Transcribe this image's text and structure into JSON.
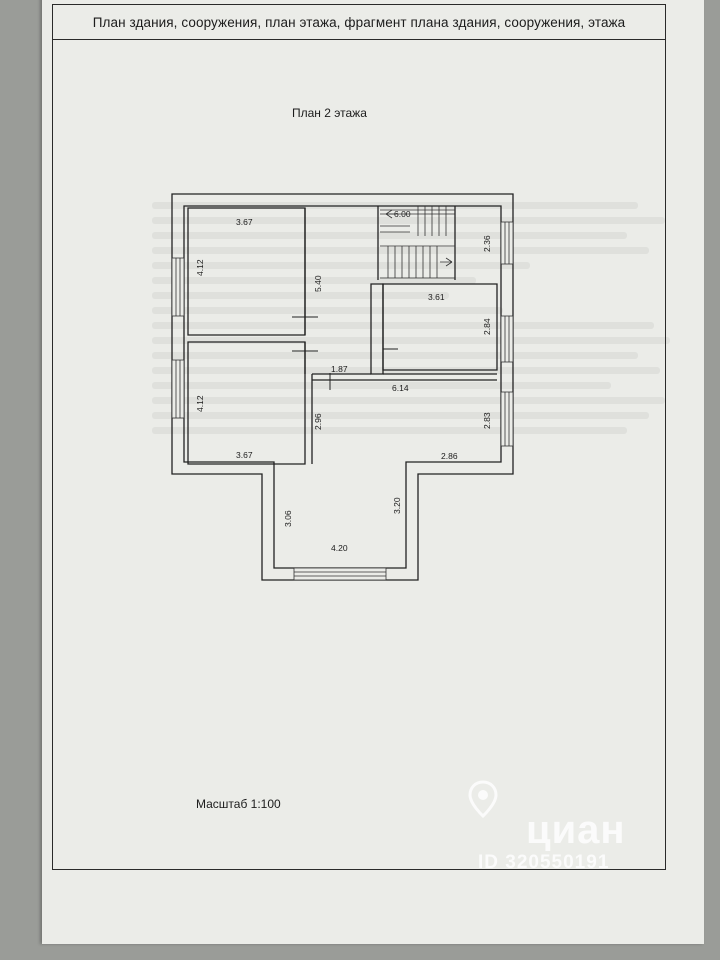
{
  "header": {
    "title": "План здания, сооружения, план этажа, фрагмент плана здания, сооружения, этажа"
  },
  "plan": {
    "title": "План 2 этажа"
  },
  "footer": {
    "scale": "Масштаб 1:100"
  },
  "dimensions": {
    "room_top_left_width": "3.67",
    "room_top_left_height": "4.12",
    "hall_height": "5.40",
    "stairs_width": "6.00",
    "stairs_height": "2.36",
    "room_right_width": "3.61",
    "room_right_height": "2.84",
    "corridor_width": "1.87",
    "living_width": "6.14",
    "room_bottom_left_height": "4.12",
    "room_bottom_left_width": "3.67",
    "living_height_left": "2.96",
    "living_height_right": "2.83",
    "living_bottom_right": "2.86",
    "bay_height_left": "3.06",
    "bay_height_right": "3.20",
    "bay_width": "4.20"
  },
  "watermark": {
    "brand": "циан",
    "id": "ID 320550191"
  }
}
